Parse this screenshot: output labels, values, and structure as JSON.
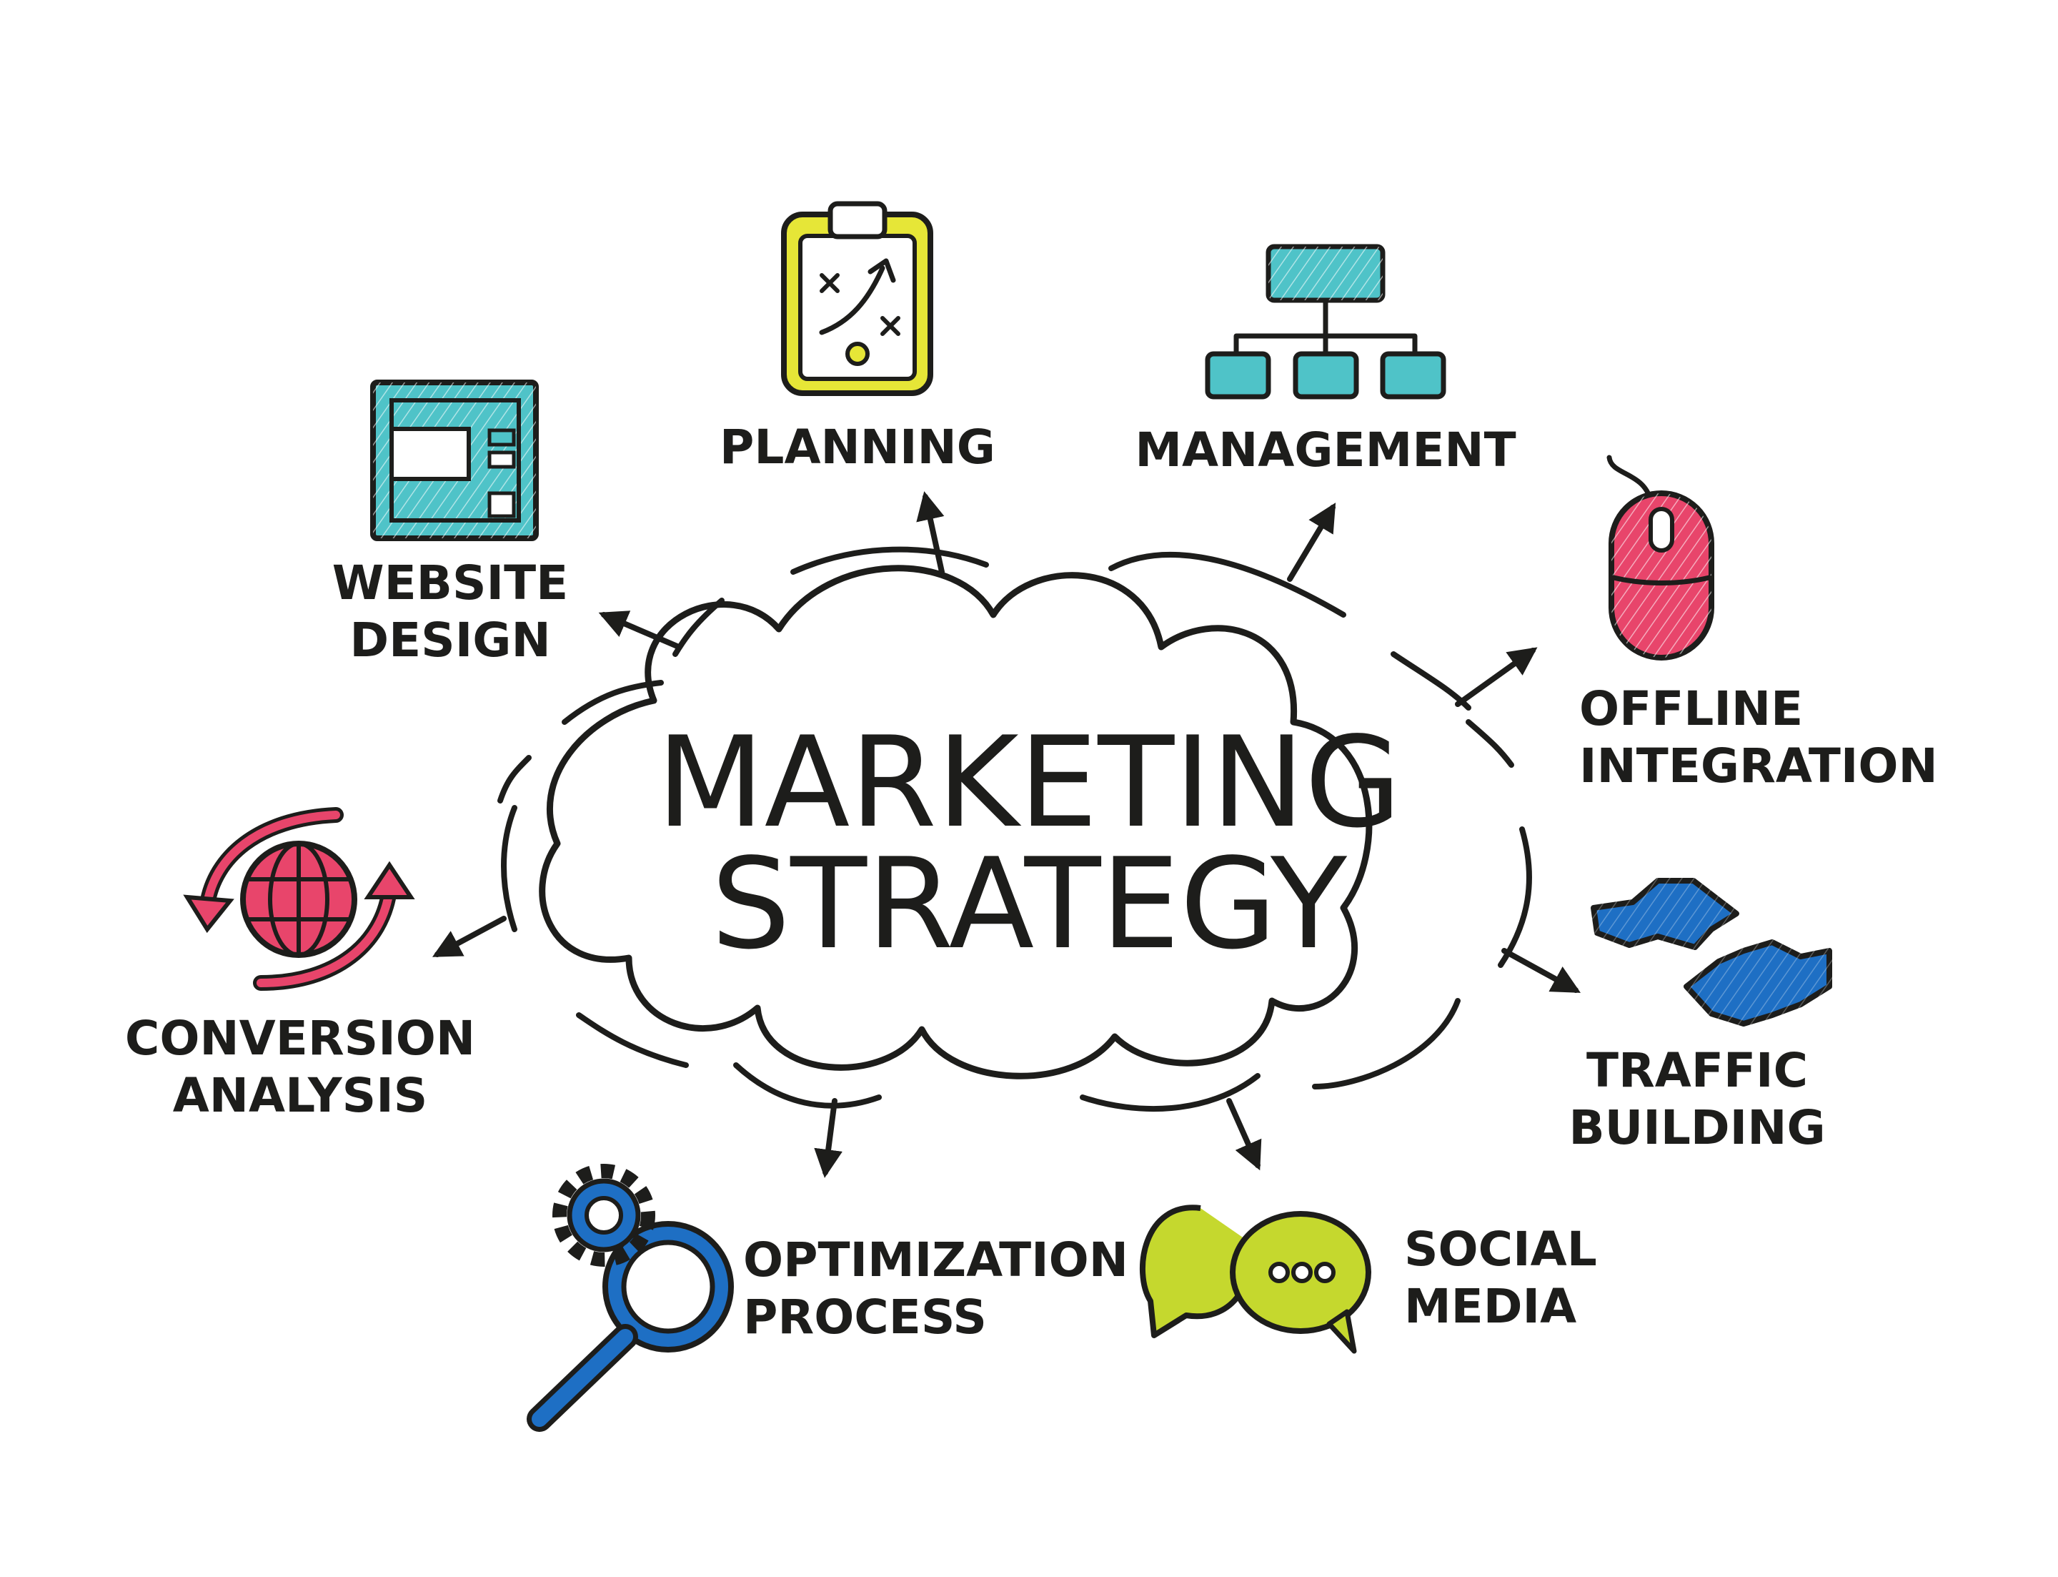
{
  "center": {
    "title_line1": "MARKETING",
    "title_line2": "STRATEGY"
  },
  "nodes": {
    "planning": {
      "label": "PLANNING",
      "icon": "clipboard-play-icon",
      "color": "#e6e637"
    },
    "management": {
      "label": "MANAGEMENT",
      "icon": "org-chart-icon",
      "color": "#4fc3c8"
    },
    "website_design": {
      "line1": "WEBSITE",
      "line2": "DESIGN",
      "icon": "webpage-layout-icon",
      "color": "#4fc3c8"
    },
    "offline_integration": {
      "line1": "OFFLINE",
      "line2": "INTEGRATION",
      "icon": "computer-mouse-icon",
      "color": "#e8456b"
    },
    "conversion_analysis": {
      "line1": "CONVERSION",
      "line2": "ANALYSIS",
      "icon": "globe-cycle-icon",
      "color": "#e8456b"
    },
    "traffic_building": {
      "line1": "TRAFFIC",
      "line2": "BUILDING",
      "icon": "road-icon",
      "color": "#1e6fc4"
    },
    "optimization_process": {
      "line1": "OPTIMIZATION",
      "line2": "PROCESS",
      "icon": "gear-magnifier-icon",
      "color": "#1e6fc4"
    },
    "social_media": {
      "line1": "SOCIAL",
      "line2": "MEDIA",
      "icon": "speech-bubbles-icon",
      "color": "#c5d82e"
    }
  }
}
